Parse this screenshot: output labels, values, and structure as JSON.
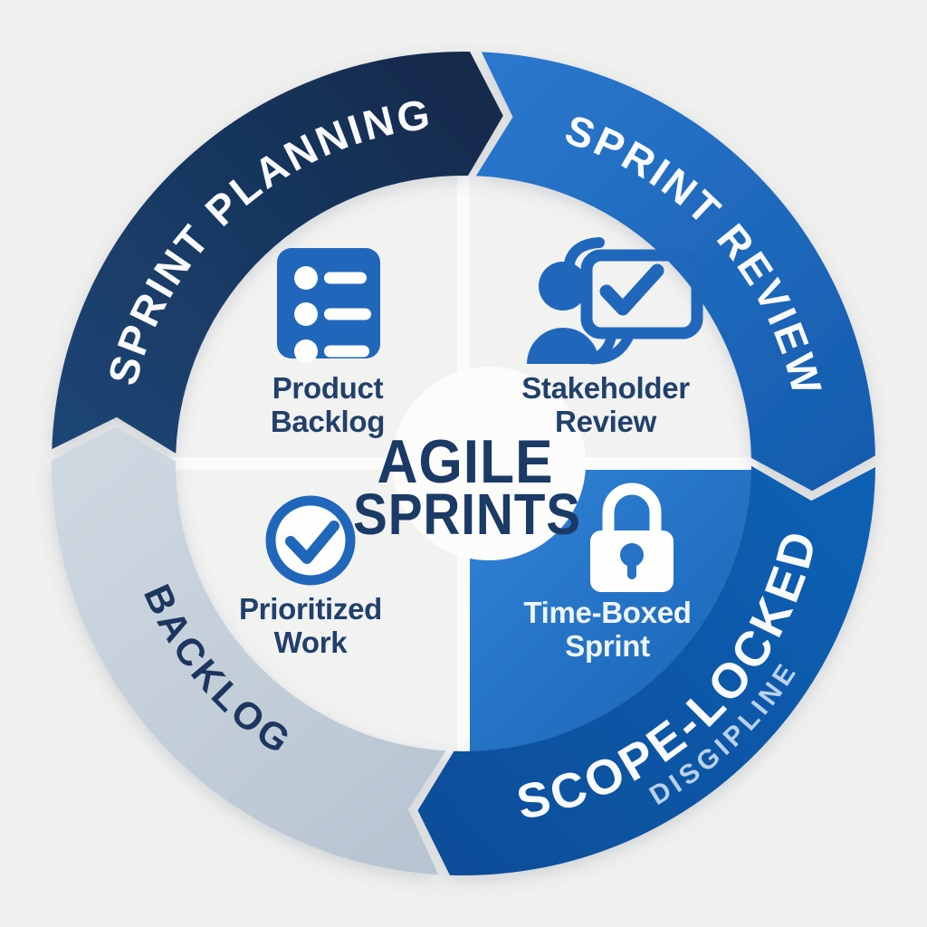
{
  "title": {
    "line1": "AGILE",
    "line2": "SPRINTS"
  },
  "wheel": {
    "direction": "clockwise",
    "segments": [
      {
        "id": "sprint-planning",
        "label": "SPRINT PLANNING",
        "position": "top-left"
      },
      {
        "id": "sprint-review",
        "label": "SPRINT REVIEW",
        "position": "top-right"
      },
      {
        "id": "scope-locked",
        "label": "SCOPE-LOCKED",
        "sublabel": "DISGIPLINE",
        "position": "bottom-right"
      },
      {
        "id": "backlog",
        "label": "BACKLOG",
        "position": "bottom-left"
      }
    ]
  },
  "quadrants": [
    {
      "id": "product-backlog",
      "icon": "list-icon",
      "line1": "Product",
      "line2": "Backlog"
    },
    {
      "id": "stakeholder-review",
      "icon": "person-chat-check-icon",
      "line1": "Stakeholder",
      "line2": "Review"
    },
    {
      "id": "prioritized-work",
      "icon": "circle-check-icon",
      "line1": "Prioritized",
      "line2": "Work"
    },
    {
      "id": "time-boxed-sprint",
      "icon": "lock-icon",
      "line1": "Time-Boxed",
      "line2": "Sprint"
    }
  ],
  "colors": {
    "background": "#F0F0EE",
    "inner_disk": "#F2F2F1",
    "divider": "#FBFBFA",
    "scallop": "#FCFCFB",
    "navy_1": "#1E4474",
    "navy_2": "#122A4C",
    "review_blue_1": "#2A77CD",
    "review_blue_2": "#155CAE",
    "scope_ring_1": "#1160B4",
    "scope_ring_2": "#0A4D99",
    "scope_quad_1": "#3081D4",
    "scope_quad_2": "#1763B6",
    "gray_1": "#CFD8E1",
    "gray_2": "#B7C4D1",
    "icon_blue": "#2067BC",
    "text_navy": "#21406B",
    "title_navy": "#1B3A66",
    "ring_text_white": "#F8FAFC",
    "backlog_text": "#1C3660",
    "discipline_text": "#C9DCF2",
    "white": "#FDFDFC"
  }
}
